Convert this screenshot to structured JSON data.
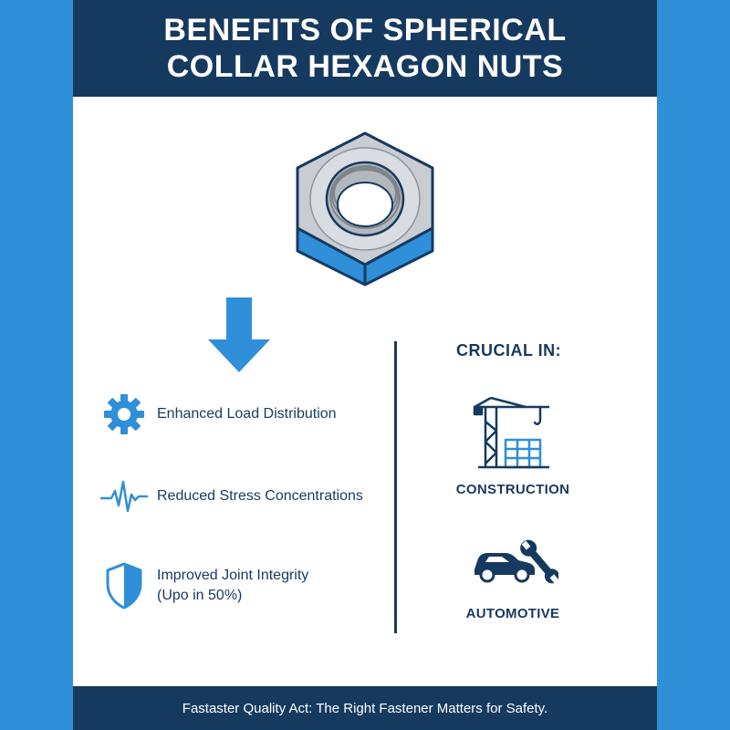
{
  "header": {
    "title_line1": "BENEFITS OF SPHERICAL",
    "title_line2": "COLLAR HEXAGON NUTS"
  },
  "benefits": [
    {
      "icon": "gear-icon",
      "label": "Enhanced Load Distribution"
    },
    {
      "icon": "pulse-icon",
      "label": "Reduced Stress Concentrations"
    },
    {
      "icon": "shield-icon",
      "label": "Improved Joint Integrity",
      "note": "(Upo in 50%)"
    }
  ],
  "crucial": {
    "title": "CRUCIAL IN:",
    "industries": [
      {
        "icon": "crane-icon",
        "label": "CONSTRUCTION"
      },
      {
        "icon": "car-wrench-icon",
        "label": "AUTOMOTIVE"
      }
    ]
  },
  "footer": {
    "text": "Fastaster Quality Act: The Right Fastener Matters for Safety."
  },
  "colors": {
    "background": "#2f8fd8",
    "navy": "#163a5f",
    "accent_blue": "#2f8fd8",
    "nut_gray": "#c9cdd3"
  }
}
